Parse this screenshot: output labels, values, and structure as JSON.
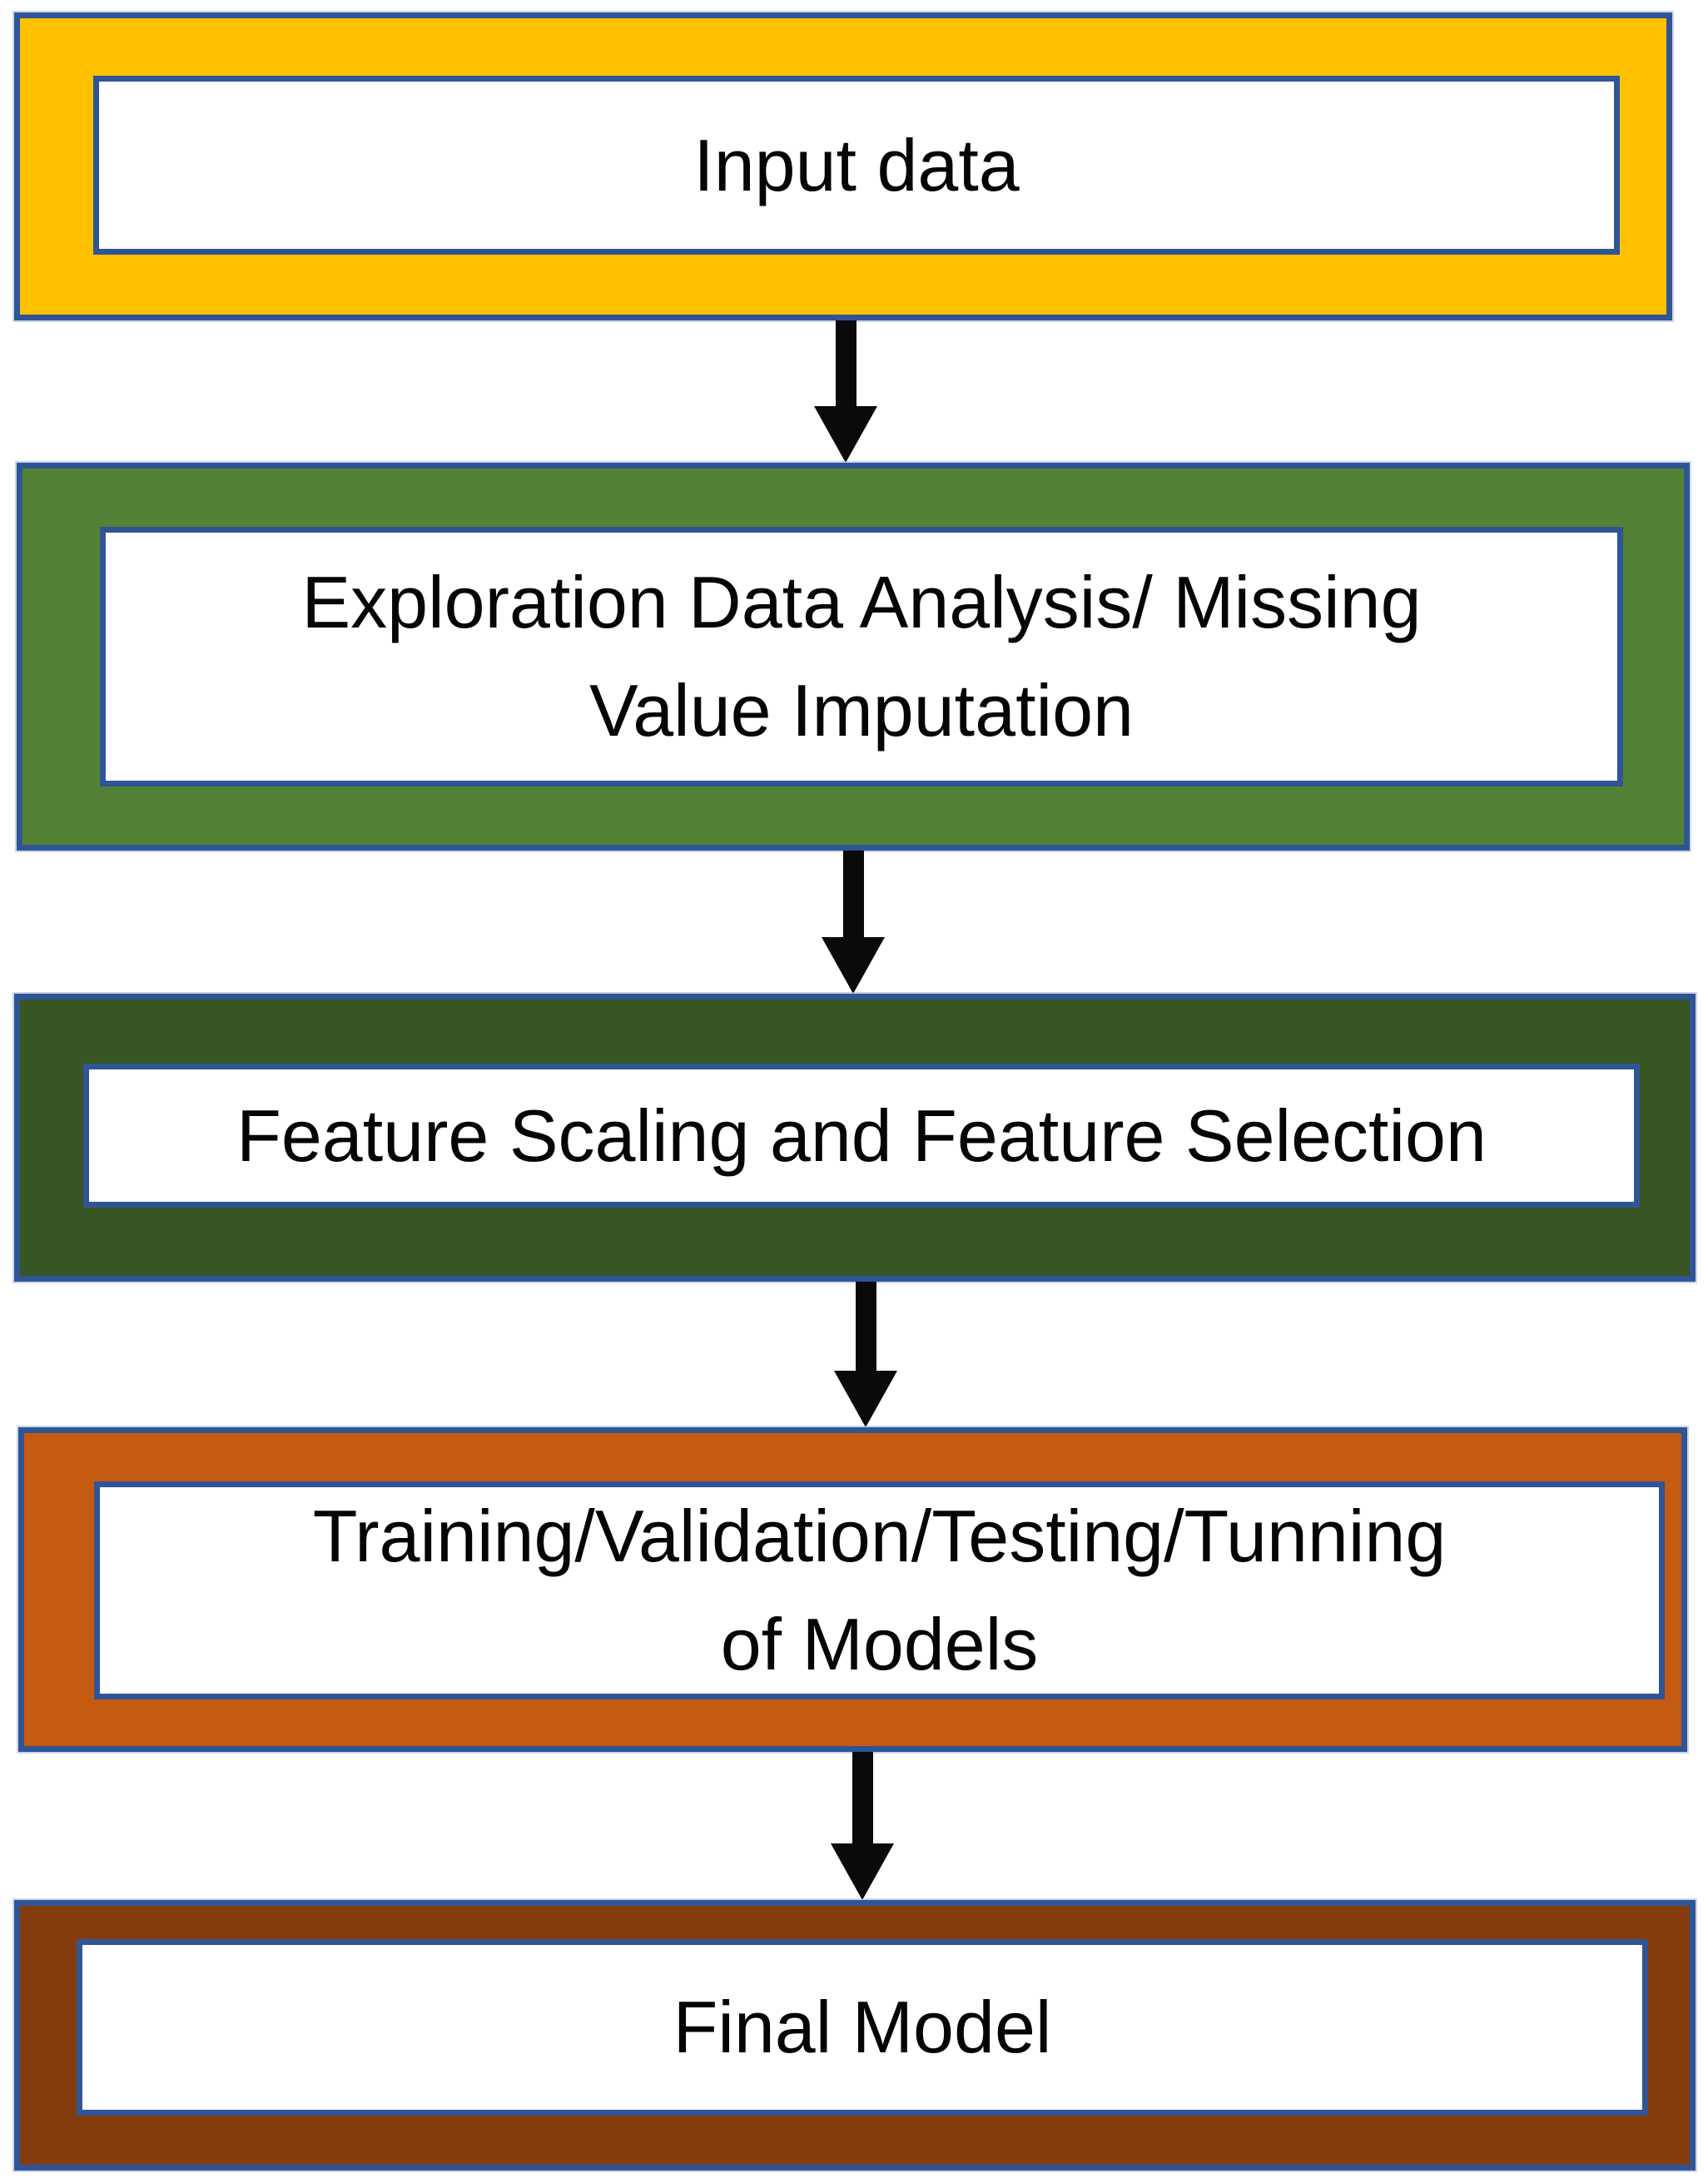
{
  "diagram": {
    "type": "flowchart",
    "direction": "top-to-bottom",
    "border_color": "#2F5597",
    "panel_color": "#FFFFFF",
    "text_color": "#050505",
    "connector": {
      "shape": "down-arrow",
      "color": "#0A0A0A"
    },
    "steps": [
      {
        "label": "Input data",
        "lines": [
          "Input data"
        ],
        "fill": "#FFC000"
      },
      {
        "label": "Exploration Data Analysis/ Missing Value Imputation",
        "lines": [
          "Exploration Data Analysis/ Missing",
          "Value Imputation"
        ],
        "fill": "#538135"
      },
      {
        "label": "Feature Scaling and Feature Selection",
        "lines": [
          "Feature Scaling and Feature Selection"
        ],
        "fill": "#375623"
      },
      {
        "label": "Training/Validation/Testing/Tunning of Models",
        "lines": [
          "Training/Validation/Testing/Tunning",
          "of Models"
        ],
        "fill": "#C55A11"
      },
      {
        "label": "Final Model",
        "lines": [
          "Final Model"
        ],
        "fill": "#843C0C"
      }
    ]
  }
}
